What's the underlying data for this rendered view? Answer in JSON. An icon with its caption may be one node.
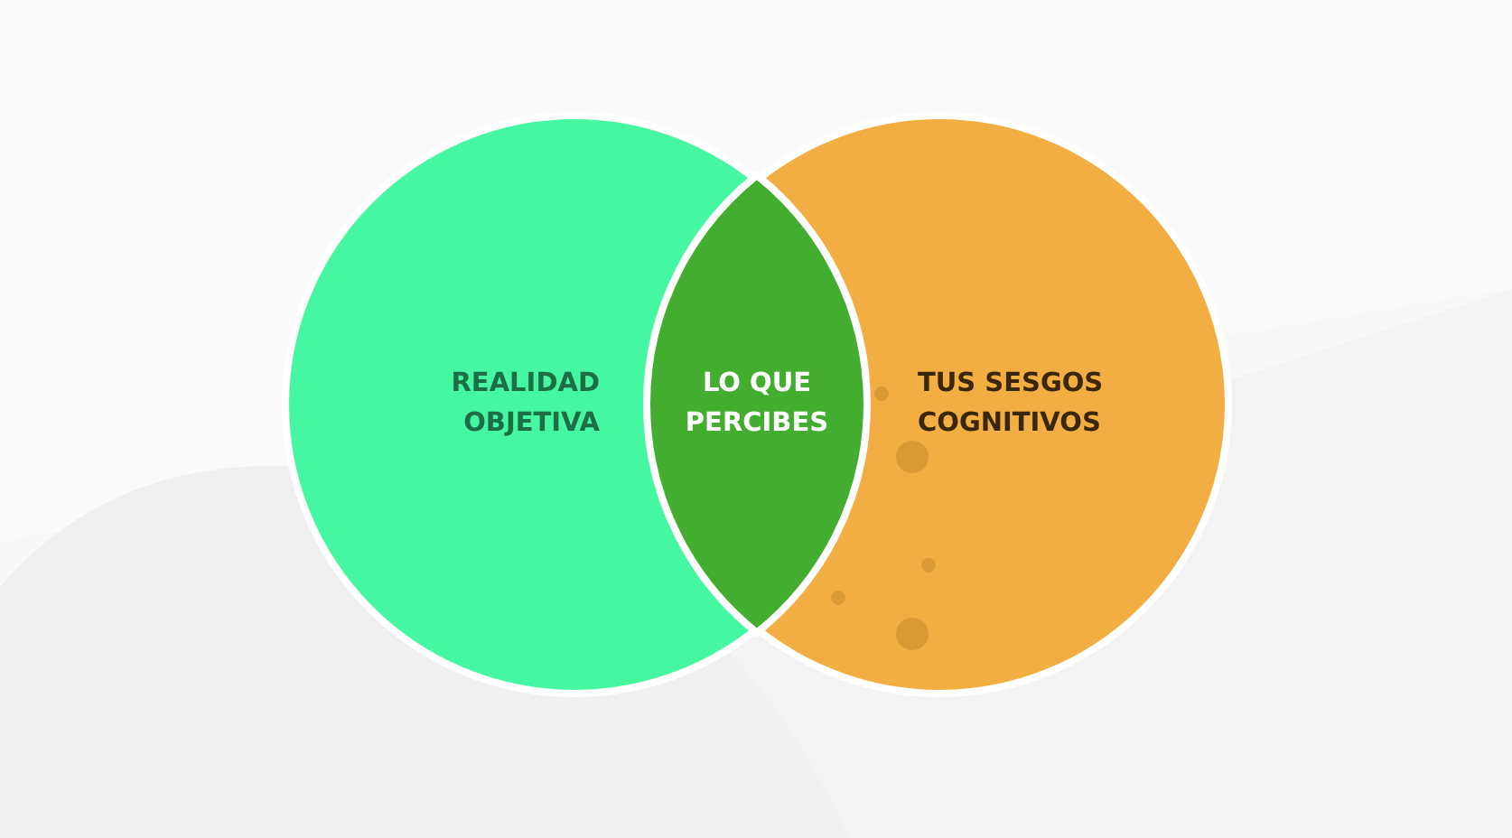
{
  "diagram": {
    "nodes": [
      {
        "text": [
          "REALIDAD OBJETIVA"
        ]
      },
      {
        "text": [
          "TUS SESGOS COGNITIVOS"
        ]
      },
      {
        "text": [
          "LO QUE PERCIBES"
        ]
      }
    ]
  }
}
